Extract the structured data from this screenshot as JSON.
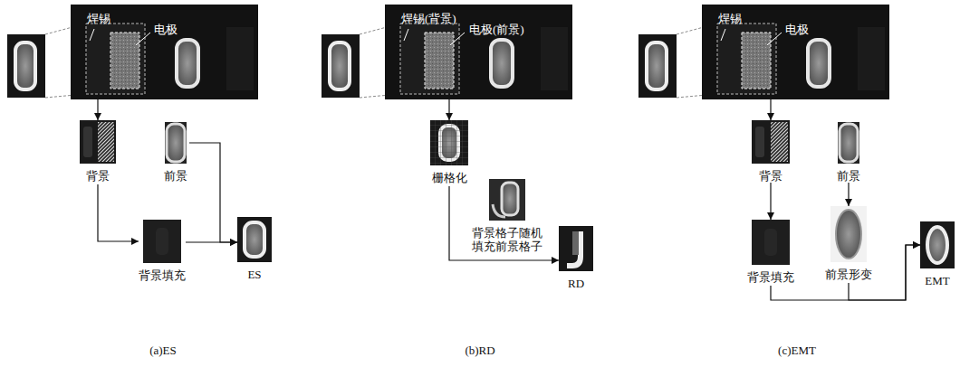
{
  "diagram": {
    "nodes": [
      {
        "text": [
          "焊锡",
          "电极"
        ]
      },
      {
        "text": [
          "背景"
        ]
      },
      {
        "text": [
          "前景"
        ]
      },
      {
        "text": [
          "背景填充"
        ]
      },
      {
        "text": [
          "ES"
        ]
      },
      {
        "text": [
          "焊锡(背景)",
          "电极(前景)"
        ]
      },
      {
        "text": [
          "栅格化"
        ]
      },
      {
        "text": [
          "背景格子随机 填充前景格子"
        ]
      },
      {
        "text": [
          "RD"
        ]
      },
      {
        "text": [
          "焊锡",
          "电极"
        ]
      },
      {
        "text": [
          "背景"
        ]
      },
      {
        "text": [
          "前景"
        ]
      },
      {
        "text": [
          "背景填充"
        ]
      },
      {
        "text": [
          "前景形变"
        ]
      },
      {
        "text": [
          "EMT"
        ]
      }
    ],
    "edges": [
      {
        "from": 0,
        "to": 1,
        "arrow": "to"
      },
      {
        "from": 1,
        "to": 3,
        "arrow": "to"
      },
      {
        "from": 2,
        "to": 4,
        "arrow": "to"
      },
      {
        "from": 3,
        "to": 4,
        "arrow": "to"
      },
      {
        "from": 5,
        "to": 6,
        "arrow": "to"
      },
      {
        "from": 6,
        "to": 8,
        "arrow": "to"
      },
      {
        "from": 9,
        "to": 10,
        "arrow": "to"
      },
      {
        "from": 10,
        "to": 12,
        "arrow": "to"
      },
      {
        "from": 11,
        "to": 13,
        "arrow": "to"
      },
      {
        "from": 12,
        "to": 14,
        "arrow": "to"
      },
      {
        "from": 13,
        "to": 14,
        "arrow": "to"
      }
    ],
    "labels": [
      "(a)ES",
      "(b)RD",
      "(c)EMT"
    ]
  }
}
